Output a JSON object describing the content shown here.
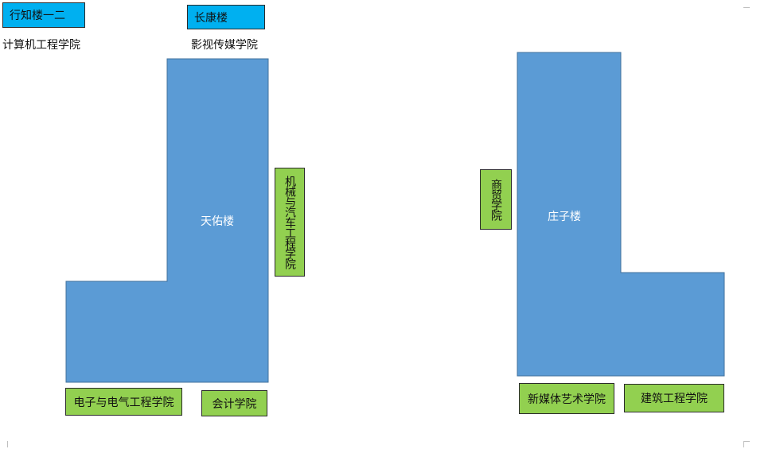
{
  "colors": {
    "building": "#5b9bd5",
    "building_outline": "#41719c",
    "cyan_box": "#00b0f0",
    "green_box": "#92d050",
    "page": "#ffffff"
  },
  "top_labels": {
    "xingzhi": "行知楼一二",
    "changkang": "长康楼",
    "computer": "计算机工程学院",
    "film": "影视传媒学院"
  },
  "buildings": {
    "tianyou": "天佑楼",
    "zhuangzi": "庄子楼"
  },
  "colleges": {
    "mechanical": "机械与汽车工程学院",
    "electronic": "电子与电气工程学院",
    "accounting": "会计学院",
    "commerce": "商贸学院",
    "new_media": "新媒体艺术学院",
    "architecture": "建筑工程学院"
  }
}
